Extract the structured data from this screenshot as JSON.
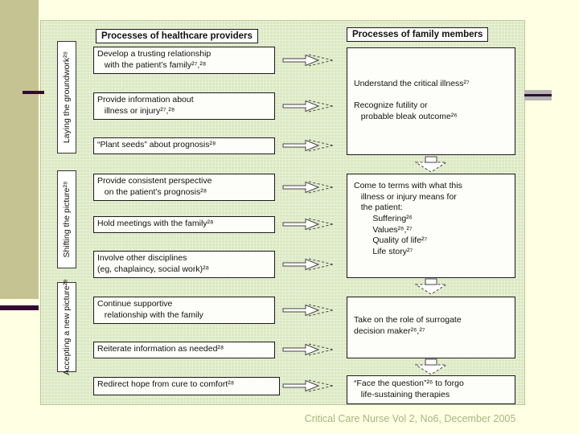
{
  "slide": {
    "caption": "Critical Care Nurse Vol 2, No6, December 2005",
    "colors": {
      "slide_bg": "#ffffe4",
      "diagram_bg": "#dce8c2",
      "accent_olive": "#c6c392",
      "accent_purple": "#330a30",
      "accent_gray": "#b5b5b5",
      "caption_text": "#a9b584",
      "box_bg": "#fdfdf9",
      "box_border": "#1a1a1a"
    }
  },
  "diagram": {
    "headers": {
      "providers": "Processes of healthcare providers",
      "family": "Processes of family members"
    },
    "phase_labels": [
      "Laying the groundwork²⁸",
      "Shifting the picture²⁸",
      "Accepting a new picture²⁸"
    ],
    "provider_steps": [
      "Develop a trusting relationship\n   with the patient’s family²⁷,²⁸",
      "Provide information about\n   illness or injury²⁷,²⁸",
      "“Plant seeds” about prognosis²⁸",
      "Provide consistent perspective\n   on the patient’s prognosis²⁸",
      "Hold meetings with the family²⁸",
      "Involve other disciplines\n(eg, chaplaincy, social work)²⁸",
      "Continue supportive\n   relationship with the family",
      "Reiterate information as needed²⁸",
      "Redirect hope from cure to comfort²⁸"
    ],
    "family_steps": [
      "Understand the critical illness²⁷\n\nRecognize futility or\n   probable bleak outcome²⁶",
      "Come to terms with what this\n   illness or injury means for\n   the patient:\n        Suffering²⁶\n        Values²⁶,²⁷\n        Quality of life²⁷\n        Life story²⁷",
      "Take on the role of surrogate\ndecision maker²⁶,²⁷",
      "“Face the question”²⁶ to forgo\n   life-sustaining therapies"
    ],
    "icons": {
      "right_arrow": "solid-to-dashed-right-block-arrow",
      "down_arrow": "dashed-down-block-arrow"
    }
  }
}
